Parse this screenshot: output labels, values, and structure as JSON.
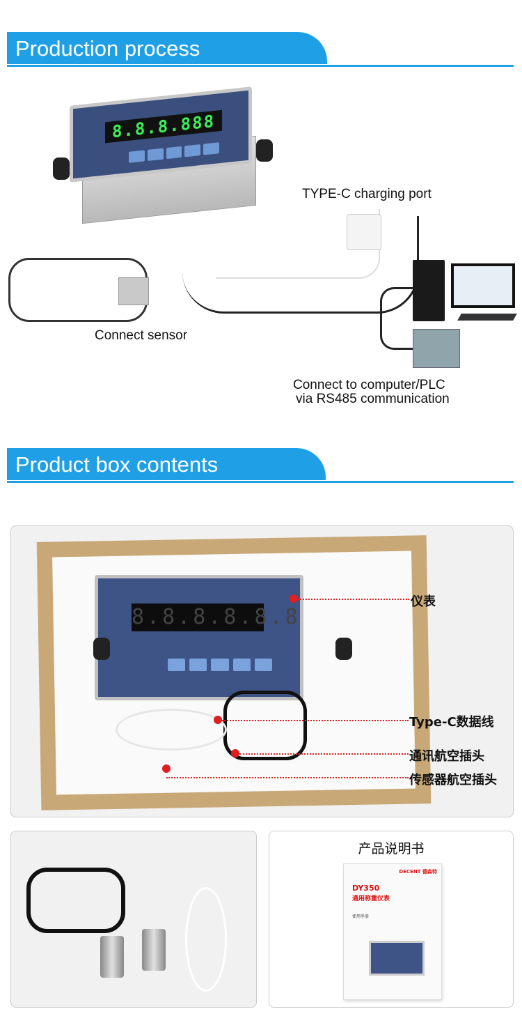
{
  "sections": {
    "process_title": "Production process",
    "contents_title": "Product box contents"
  },
  "process": {
    "display_reading": "8.8.8.888",
    "charging_label": "TYPE-C charging port",
    "sensor_label": "Connect sensor",
    "comm_label_line1": "Connect to computer/PLC",
    "comm_label_line2": "via RS485 communication"
  },
  "box": {
    "display_reading": "8.8.8.8.8.8",
    "annotations": [
      "仪表",
      "Type-C数据线",
      "通讯航空插头",
      "传感器航空插头"
    ]
  },
  "manual_card": {
    "title": "产品说明书",
    "brand": "DECENT 德森特",
    "model": "DY350",
    "product_name": "通用称重仪表",
    "subtitle": "使用手册"
  },
  "colors": {
    "accent": "#1fa0e6",
    "annotation": "#e02020",
    "display_green": "#3df05a"
  }
}
